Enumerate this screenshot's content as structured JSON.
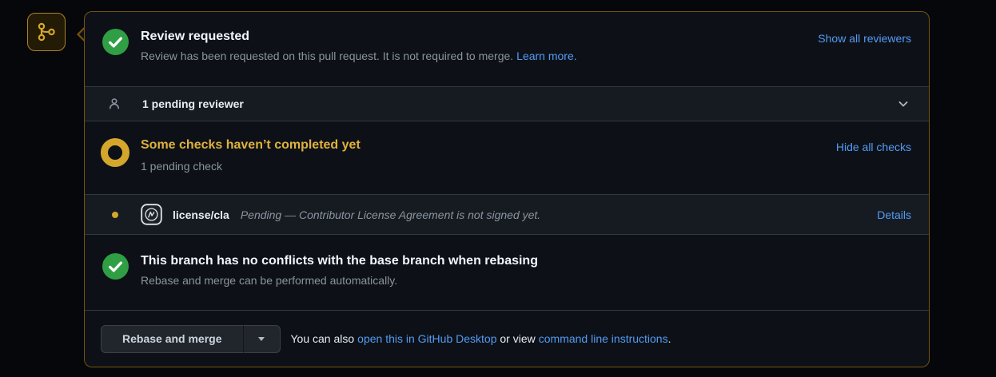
{
  "colors": {
    "link_blue": "#539bf5",
    "success_green": "#2f9e44",
    "attention_gold": "#d4a72c",
    "attention_heading_text": "#e0b13c",
    "box_border_gold": "rgba(187,128,9,0.6)",
    "box_bg": "#0d1117",
    "row_alt_bg": "#161b22"
  },
  "icons": {
    "badge": "git-branch-icon",
    "review_status": "check-circle-icon",
    "reviewer": "person-icon",
    "expand": "chevron-down-icon",
    "checks_status": "pending-ring-icon",
    "check_item_status": "pending-dot-icon",
    "check_item_avatar": "cla-app-avatar",
    "conflicts_status": "check-circle-icon",
    "merge_dropdown": "caret-down-icon"
  },
  "review": {
    "title": "Review requested",
    "description": "Review has been requested on this pull request. It is not required to merge.",
    "learn_more": "Learn more.",
    "action": "Show all reviewers"
  },
  "reviewers": {
    "summary": "1 pending reviewer"
  },
  "checks": {
    "title": "Some checks haven’t completed yet",
    "subtitle": "1 pending check",
    "action": "Hide all checks",
    "items": [
      {
        "name": "license/cla",
        "status": "Pending — Contributor License Agreement is not signed yet.",
        "action": "Details"
      }
    ]
  },
  "mergeability": {
    "title": "This branch has no conflicts with the base branch when rebasing",
    "subtitle": "Rebase and merge can be performed automatically."
  },
  "merge_actions": {
    "button": "Rebase and merge",
    "alt_prefix": "You can also",
    "desktop_link": "open this in GitHub Desktop",
    "alt_middle": "or view",
    "cli_link": "command line instructions",
    "suffix": "."
  }
}
